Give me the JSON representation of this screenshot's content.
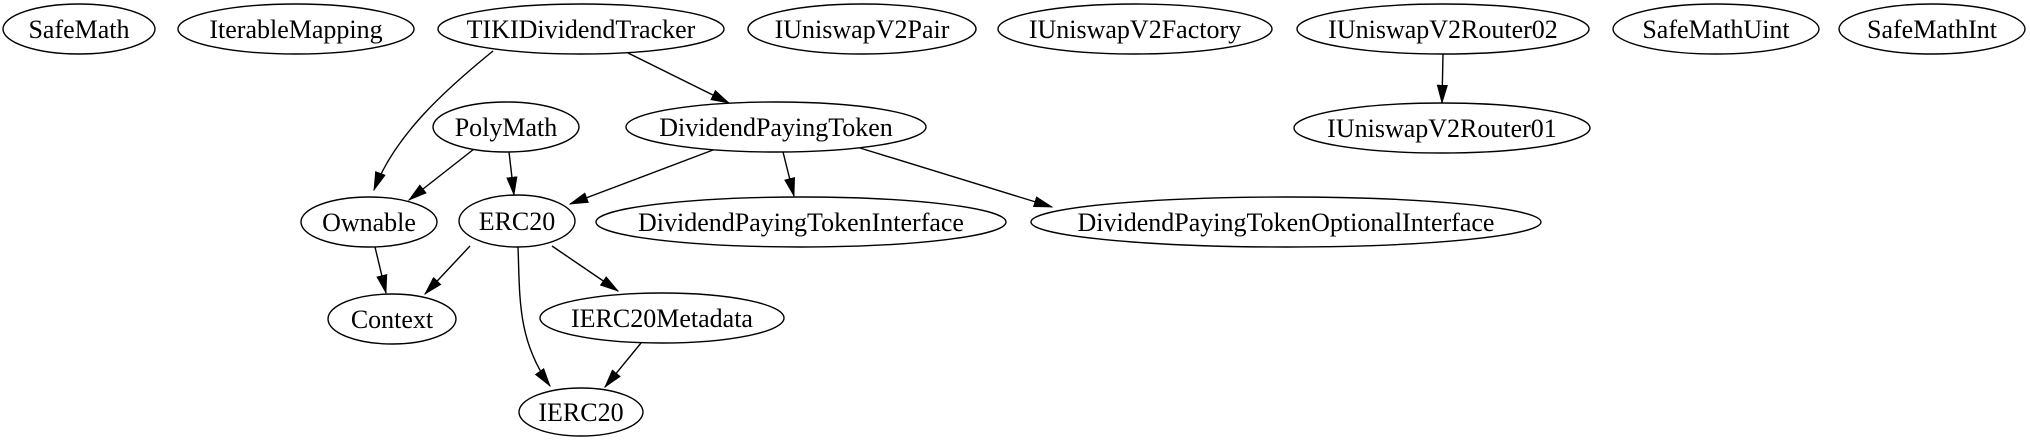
{
  "graph": {
    "title": "contract-dependency-graph",
    "background_color": "#ffffff",
    "node_fill_color": "#ffffff",
    "stroke_color": "#000000",
    "nodes": [
      {
        "id": "SafeMath",
        "label": "SafeMath"
      },
      {
        "id": "IterableMapping",
        "label": "IterableMapping"
      },
      {
        "id": "TIKIDividendTracker",
        "label": "TIKIDividendTracker"
      },
      {
        "id": "IUniswapV2Pair",
        "label": "IUniswapV2Pair"
      },
      {
        "id": "IUniswapV2Factory",
        "label": "IUniswapV2Factory"
      },
      {
        "id": "IUniswapV2Router02",
        "label": "IUniswapV2Router02"
      },
      {
        "id": "SafeMathUint",
        "label": "SafeMathUint"
      },
      {
        "id": "SafeMathInt",
        "label": "SafeMathInt"
      },
      {
        "id": "PolyMath",
        "label": "PolyMath"
      },
      {
        "id": "DividendPayingToken",
        "label": "DividendPayingToken"
      },
      {
        "id": "IUniswapV2Router01",
        "label": "IUniswapV2Router01"
      },
      {
        "id": "Ownable",
        "label": "Ownable"
      },
      {
        "id": "ERC20",
        "label": "ERC20"
      },
      {
        "id": "DividendPayingTokenInterface",
        "label": "DividendPayingTokenInterface"
      },
      {
        "id": "DividendPayingTokenOptionalInterface",
        "label": "DividendPayingTokenOptionalInterface"
      },
      {
        "id": "Context",
        "label": "Context"
      },
      {
        "id": "IERC20Metadata",
        "label": "IERC20Metadata"
      },
      {
        "id": "IERC20",
        "label": "IERC20"
      }
    ],
    "edges": [
      {
        "from": "TIKIDividendTracker",
        "to": "Ownable"
      },
      {
        "from": "TIKIDividendTracker",
        "to": "DividendPayingToken"
      },
      {
        "from": "PolyMath",
        "to": "Ownable"
      },
      {
        "from": "PolyMath",
        "to": "ERC20"
      },
      {
        "from": "DividendPayingToken",
        "to": "ERC20"
      },
      {
        "from": "DividendPayingToken",
        "to": "DividendPayingTokenInterface"
      },
      {
        "from": "DividendPayingToken",
        "to": "DividendPayingTokenOptionalInterface"
      },
      {
        "from": "IUniswapV2Router02",
        "to": "IUniswapV2Router01"
      },
      {
        "from": "Ownable",
        "to": "Context"
      },
      {
        "from": "ERC20",
        "to": "Context"
      },
      {
        "from": "ERC20",
        "to": "IERC20Metadata"
      },
      {
        "from": "ERC20",
        "to": "IERC20"
      },
      {
        "from": "IERC20Metadata",
        "to": "IERC20"
      }
    ]
  }
}
